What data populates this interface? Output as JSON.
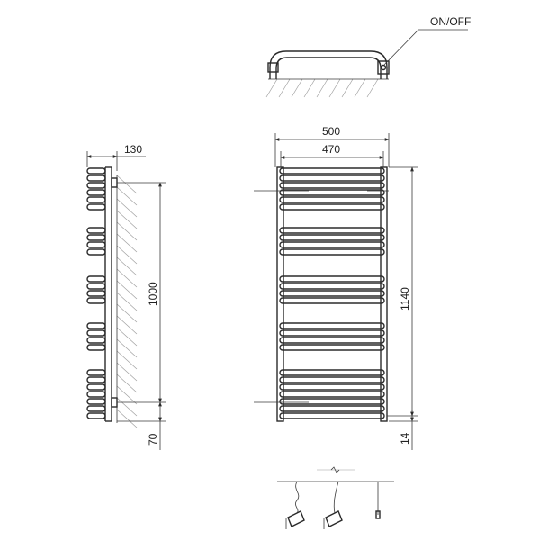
{
  "labels": {
    "switch": "ON/OFF"
  },
  "dimensions": {
    "overall_width": "500",
    "inner_width": "470",
    "depth": "130",
    "center_distance": "1000",
    "overall_height": "1140",
    "bottom_offset_side": "70",
    "bottom_offset_front": "14"
  },
  "colors": {
    "stroke": "#2b2b2b",
    "hatch": "#a0a0a0",
    "background": "#ffffff"
  }
}
